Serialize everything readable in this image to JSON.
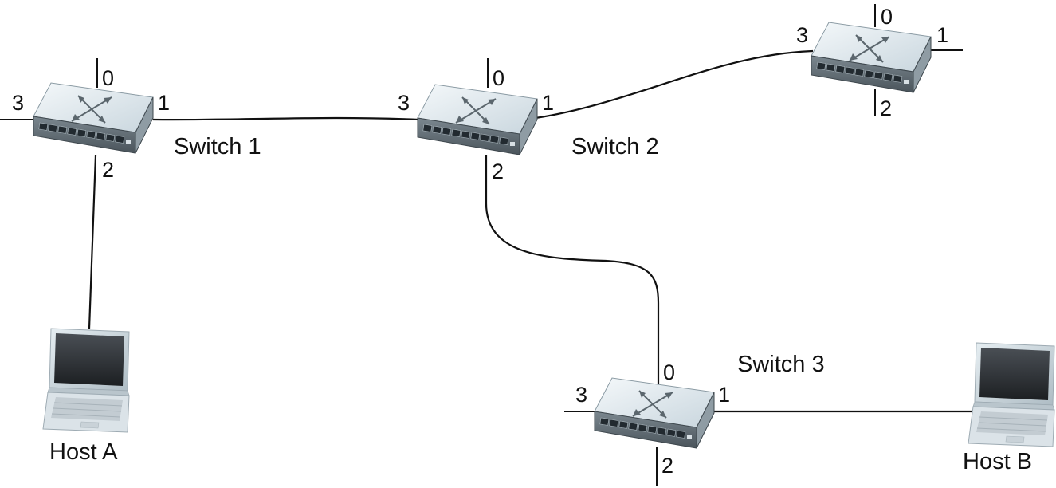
{
  "switches": [
    {
      "id": "s1",
      "label": "Switch 1",
      "ports": [
        "0",
        "1",
        "2",
        "3"
      ]
    },
    {
      "id": "s2",
      "label": "Switch 2",
      "ports": [
        "0",
        "1",
        "2",
        "3"
      ]
    },
    {
      "id": "s4",
      "label": "",
      "ports": [
        "0",
        "1",
        "2",
        "3"
      ]
    },
    {
      "id": "s3",
      "label": "Switch 3",
      "ports": [
        "0",
        "1",
        "2",
        "3"
      ]
    }
  ],
  "hosts": [
    {
      "id": "ha",
      "label": "Host A"
    },
    {
      "id": "hb",
      "label": "Host B"
    }
  ],
  "links": [
    {
      "from": "Switch 1 port 1",
      "to": "Switch 2 port 3"
    },
    {
      "from": "Switch 2 port 1",
      "to": "unlabeled switch port 3"
    },
    {
      "from": "Switch 2 port 2",
      "to": "Switch 3 port 0"
    },
    {
      "from": "Switch 1 port 2",
      "to": "Host A"
    },
    {
      "from": "Switch 3 port 1",
      "to": "Host B"
    }
  ],
  "colors": {
    "line": "#111111",
    "switch_top": "#dfe8ee",
    "switch_front": "#5f6b73",
    "screen": "#2b2f33",
    "laptop_body": "#c6d0d6"
  }
}
